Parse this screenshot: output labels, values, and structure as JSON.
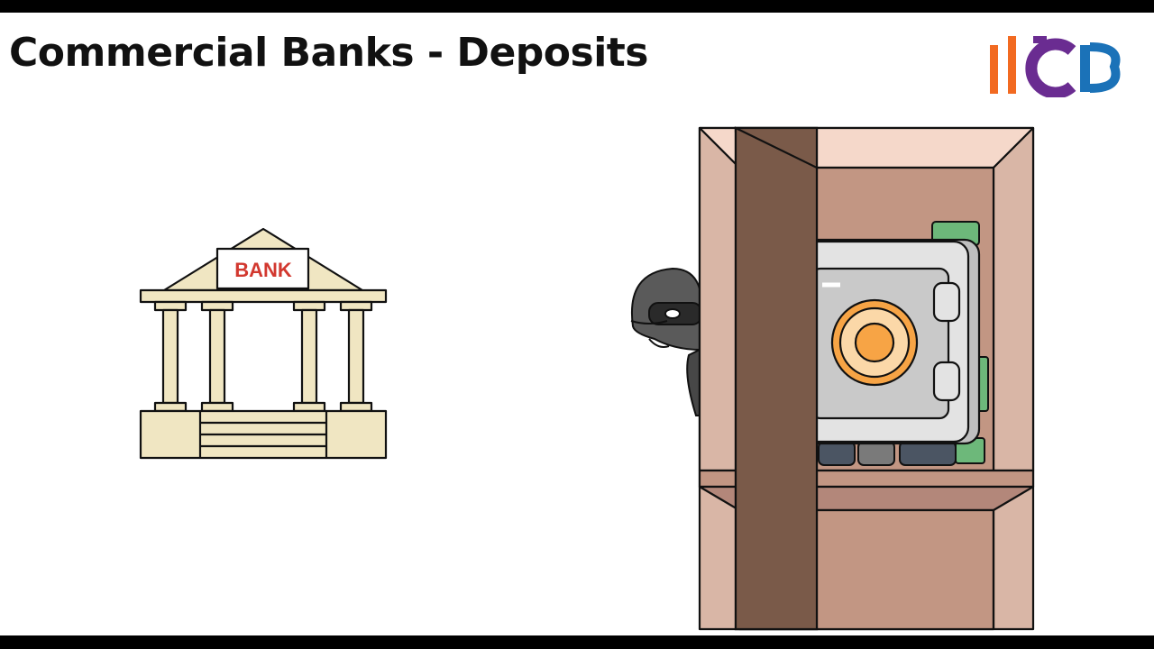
{
  "slide": {
    "title": "Commercial Banks - Deposits"
  },
  "logo": {
    "text": "ICB",
    "colors": {
      "orange": "#F26A21",
      "purple": "#6A2C91",
      "blue": "#1B72B8"
    }
  },
  "bank_illustration": {
    "sign_label": "BANK",
    "colors": {
      "building": "#F0E6C2",
      "sign_text": "#D2382F",
      "outline": "#111111"
    }
  },
  "vault_illustration": {
    "icons": [
      "thief-icon",
      "safe-icon",
      "cash-icon",
      "cabinet-door-icon"
    ],
    "colors": {
      "cabinet": "#C29683",
      "door": "#7A5A49",
      "safe": "#D9D9D9",
      "dial": "#F7A445"
    }
  }
}
